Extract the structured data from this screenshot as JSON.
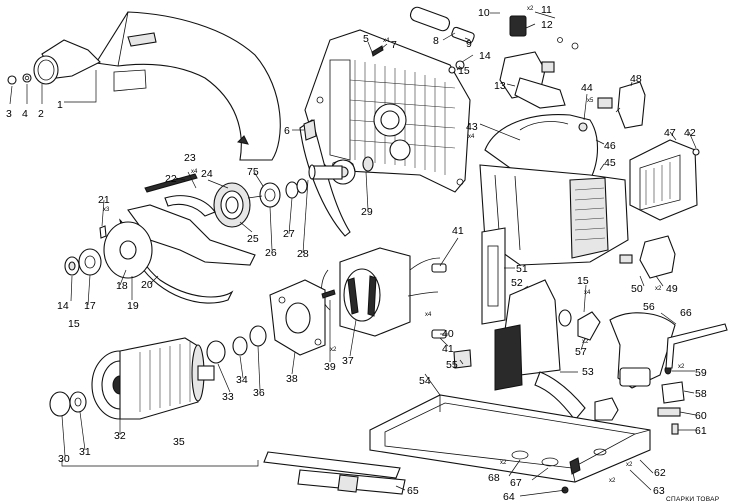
{
  "diagram": {
    "part_numbers": [
      "1",
      "2",
      "3",
      "4",
      "5",
      "6",
      "7",
      "8",
      "9",
      "10",
      "11",
      "12",
      "13",
      "14",
      "15",
      "17",
      "18",
      "19",
      "20",
      "21",
      "22",
      "23",
      "24",
      "25",
      "26",
      "27",
      "28",
      "29",
      "30",
      "31",
      "32",
      "33",
      "34",
      "35",
      "36",
      "37",
      "38",
      "39",
      "40",
      "41",
      "42",
      "43",
      "44",
      "45",
      "46",
      "47",
      "48",
      "49",
      "50",
      "51",
      "52",
      "53",
      "54",
      "55",
      "56",
      "57",
      "58",
      "59",
      "60",
      "61",
      "62",
      "63",
      "64",
      "65",
      "66",
      "67",
      "68",
      "75"
    ],
    "callouts": {
      "p1": "1",
      "p2": "2",
      "p3": "3",
      "p4": "4",
      "p5": "5",
      "p6": "6",
      "p7": "7",
      "p8": "8",
      "p9": "9",
      "p10": "10",
      "p11": "11",
      "p12": "12",
      "p13": "13",
      "p14a": "14",
      "p14b": "14",
      "p15a": "15",
      "p15b": "15",
      "p15c": "15",
      "p17": "17",
      "p18": "18",
      "p19": "19",
      "p20": "20",
      "p21": "21",
      "p22": "22",
      "p23": "23",
      "p24": "24",
      "p25": "25",
      "p26": "26",
      "p27": "27",
      "p28": "28",
      "p29": "29",
      "p30": "30",
      "p31": "31",
      "p32": "32",
      "p33": "33",
      "p34": "34",
      "p35": "35",
      "p36": "36",
      "p37": "37",
      "p38": "38",
      "p39": "39",
      "p40": "40",
      "p41a": "41",
      "p41b": "41",
      "p42": "42",
      "p43": "43",
      "p44": "44",
      "p45": "45",
      "p46": "46",
      "p47": "47",
      "p48": "48",
      "p49": "49",
      "p50": "50",
      "p51": "51",
      "p52": "52",
      "p53": "53",
      "p54": "54",
      "p55": "55",
      "p56": "56",
      "p57": "57",
      "p58": "58",
      "p59": "59",
      "p60": "60",
      "p61": "61",
      "p62": "62",
      "p63": "63",
      "p64": "64",
      "p65": "65",
      "p66": "66",
      "p67": "67",
      "p68": "68",
      "p75": "75"
    },
    "quantities": {
      "q11": "x2",
      "q7": "x4",
      "q21": "x3",
      "q23": "x4",
      "q43": "x4",
      "q44": "x5",
      "q39": "x2",
      "q40": "x4",
      "q57": "x2",
      "q15c": "x4",
      "q50": "x2",
      "q59": "x2",
      "q62": "x2",
      "q63": "x2",
      "q68": "x2"
    },
    "watermark": "СПАРКИ ТОВАР"
  }
}
